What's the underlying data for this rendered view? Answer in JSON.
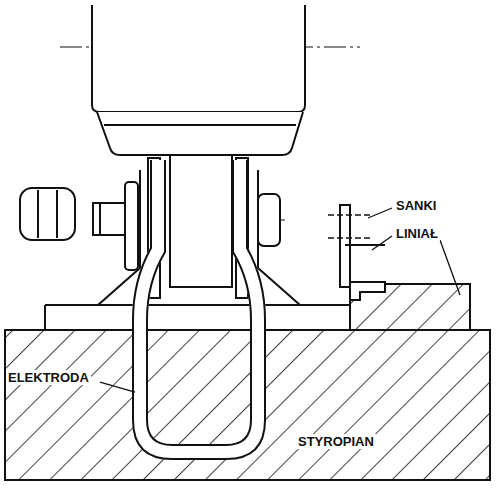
{
  "diagram": {
    "labels": [
      "SANKI",
      "LINIAŁ",
      "ELEKTRODA",
      "STYROPIAN"
    ]
  }
}
